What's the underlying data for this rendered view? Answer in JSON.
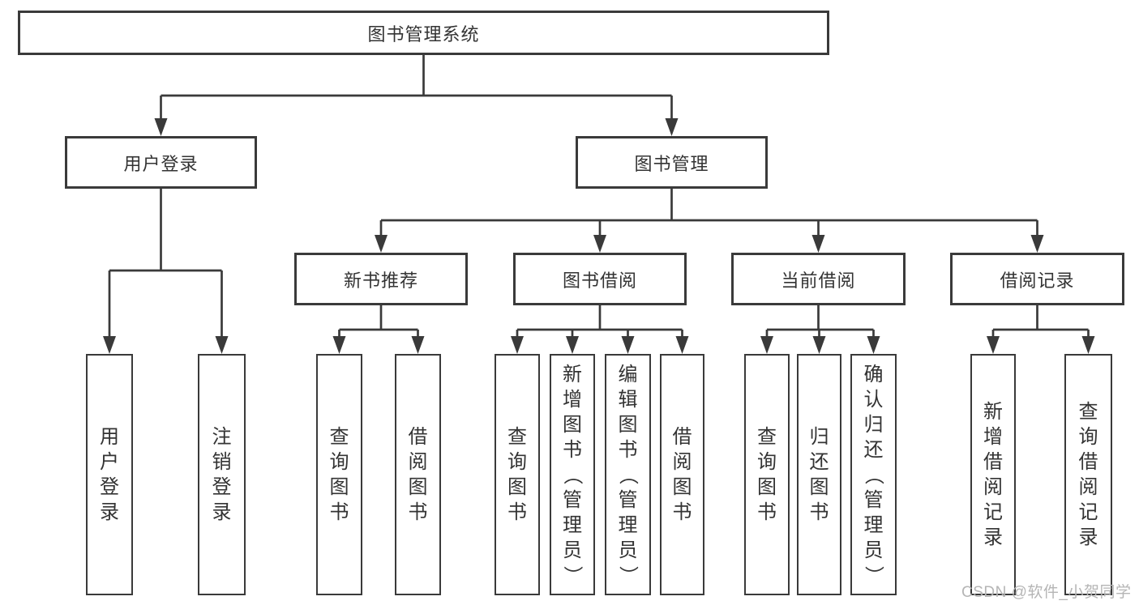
{
  "tree": {
    "label": "图书管理系统",
    "children": [
      {
        "label": "用户登录",
        "children": [
          {
            "label": "用户登录"
          },
          {
            "label": "注销登录"
          }
        ]
      },
      {
        "label": "图书管理",
        "children": [
          {
            "label": "新书推荐",
            "children": [
              {
                "label": "查询图书"
              },
              {
                "label": "借阅图书"
              }
            ]
          },
          {
            "label": "图书借阅",
            "children": [
              {
                "label": "查询图书"
              },
              {
                "label": "新增图书（管理员）"
              },
              {
                "label": "编辑图书（管理员）"
              },
              {
                "label": "借阅图书"
              }
            ]
          },
          {
            "label": "当前借阅",
            "children": [
              {
                "label": "查询图书"
              },
              {
                "label": "归还图书"
              },
              {
                "label": "确认归还（管理员）"
              }
            ]
          },
          {
            "label": "借阅记录",
            "children": [
              {
                "label": "新增借阅记录"
              },
              {
                "label": "查询借阅记录"
              }
            ]
          }
        ]
      }
    ]
  },
  "watermark": {
    "text": "CSDN @软件_小贺同学"
  },
  "colors": {
    "line": "#3a3a3a",
    "text": "#333333",
    "watermark_text": "#b5b5b5",
    "background": "#ffffff"
  }
}
